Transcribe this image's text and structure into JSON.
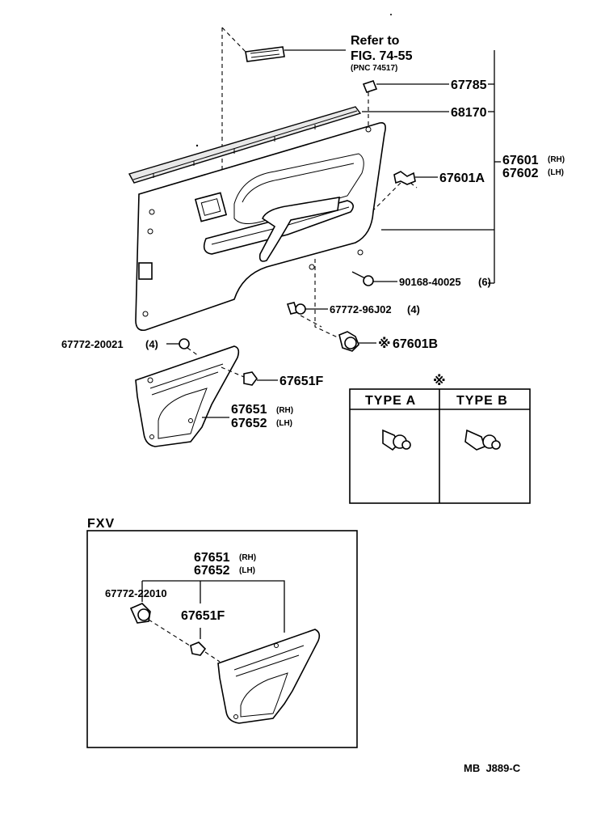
{
  "refer": {
    "line1": "Refer to",
    "line2": "FIG. 74-55",
    "line3": "(PNC 74517)"
  },
  "parts": {
    "p67785": "67785",
    "p68170": "68170",
    "p67601A": "67601A",
    "p67601": "67601",
    "p67601_side": "(RH)",
    "p67602": "67602",
    "p67602_side": "(LH)",
    "p90168": "90168-40025",
    "p90168_qty": "(6)",
    "p67772_96J02": "67772-96J02",
    "p67772_96J02_qty": "(4)",
    "p67601B": "67601B",
    "p67772_20021": "67772-20021",
    "p67772_20021_qty": "(4)",
    "p67651F": "67651F",
    "p67651": "67651",
    "p67651_side": "(RH)",
    "p67652": "67652",
    "p67652_side": "(LH)"
  },
  "note_mark": "※",
  "type_table": {
    "mark": "※",
    "col_a": "TYPE A",
    "col_b": "TYPE B"
  },
  "fxv": {
    "title": "FXV",
    "p67651": "67651",
    "p67651_side": "(RH)",
    "p67652": "67652",
    "p67652_side": "(LH)",
    "p67772_22010": "67772-22010",
    "p67651F": "67651F"
  },
  "footer_code": "MB  J889-C"
}
